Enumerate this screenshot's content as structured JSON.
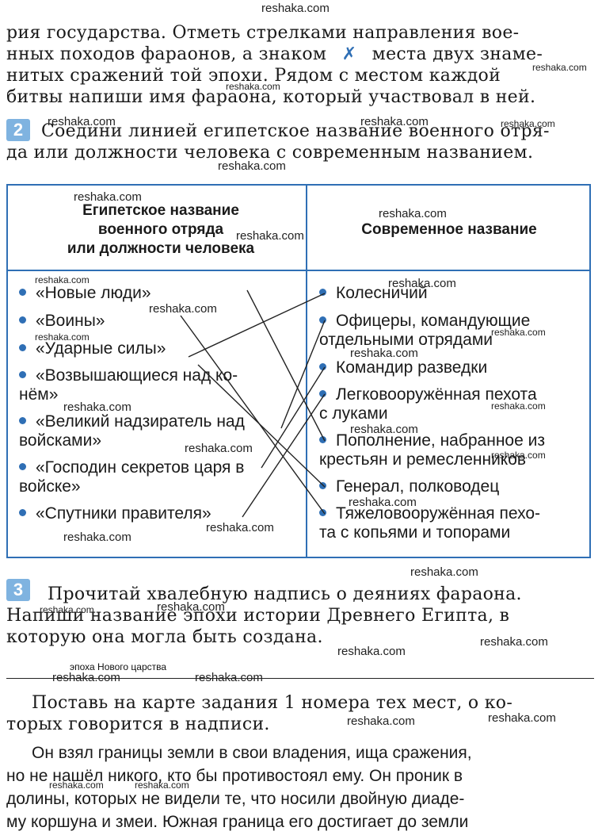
{
  "top_watermark": "reshaka.com",
  "intro_lines": [
    "рия государства. Отметь стрелками направления вое-",
    "нных походов фараонов, а знаком",
    "места двух знаме-",
    "нитых сражений той эпохи. Рядом с местом каждой",
    "битвы напиши имя фараона, который участвовал в ней."
  ],
  "battle_mark": "✗",
  "task2": {
    "number": "2",
    "lines": [
      "Соедини линией египетское название военного отря-",
      "да или должности человека с современным названием."
    ]
  },
  "table": {
    "header_left": [
      "Египетское название",
      "военного отряда",
      "или должности человека"
    ],
    "header_right": "Современное название",
    "left_items": [
      [
        "«Новые люди»"
      ],
      [
        "«Воины»"
      ],
      [
        "«Ударные силы»"
      ],
      [
        "«Возвышающиеся над ко-",
        "нём»"
      ],
      [
        "«Великий надзиратель над",
        "войсками»"
      ],
      [
        "«Господин секретов царя в",
        "войске»"
      ],
      [
        "«Спутники правителя»"
      ]
    ],
    "right_items": [
      [
        "Колесничий"
      ],
      [
        "Офицеры, командующие",
        "отдельными отрядами"
      ],
      [
        "Командир разведки"
      ],
      [
        "Легковооружённая пехота",
        "с луками"
      ],
      [
        "Пополнение, набранное из",
        "крестьян и ремесленников"
      ],
      [
        "Генерал, полководец"
      ],
      [
        "Тяжеловооружённая пехо-",
        "та с копьями и топорами"
      ]
    ],
    "connections": [
      {
        "from": 0,
        "to": 4
      },
      {
        "from": 1,
        "to": 6
      },
      {
        "from": 2,
        "to": 0
      },
      {
        "from": 3,
        "to": 5
      },
      {
        "from": 4,
        "to": 1
      },
      {
        "from": 5,
        "to": 2
      },
      {
        "from": 6,
        "to": 3
      }
    ]
  },
  "task3": {
    "number": "3",
    "lines": [
      "Прочитай хвалебную надпись о деяниях фараона.",
      "Напиши название эпохи истории Древнего Египта, в",
      "которую она могла быть создана."
    ],
    "answer": "эпоха Нового царства"
  },
  "task3b": {
    "lines": [
      "Поставь на карте задания 1 номера тех мест, о ко-",
      "торых говорится в надписи."
    ]
  },
  "inscription": {
    "lines": [
      "Он взял границы земли в свои владения, ища сражения,",
      "но не нашёл никого, кто бы противостоял ему. Он проник в",
      "долины, которых не видели те, что носили двойную диаде-",
      "му коршуна и змеи. Южная граница его достигает до земли"
    ]
  },
  "watermarks": [
    "reshaka.com",
    "reshaka.com",
    "reshaka.com",
    "reshaka.com",
    "reshaka.com",
    "reshaka.com",
    "reshaka.com",
    "reshaka.com",
    "reshaka.com",
    "reshaka.com",
    "reshaka.com",
    "reshaka.com",
    "reshaka.com",
    "reshaka.com",
    "reshaka.com",
    "reshaka.com",
    "reshaka.com",
    "reshaka.com",
    "reshaka.com",
    "reshaka.com",
    "reshaka.com",
    "reshaka.com",
    "reshaka.com",
    "reshaka.com",
    "reshaka.com",
    "reshaka.com",
    "reshaka.com",
    "reshaka.com",
    "reshaka.com",
    "reshaka.com",
    "reshaka.com",
    "reshaka.com",
    "reshaka.com",
    "reshaka.com"
  ],
  "colors": {
    "accent": "#2f6fb5",
    "icon": "#7fb3e0"
  }
}
